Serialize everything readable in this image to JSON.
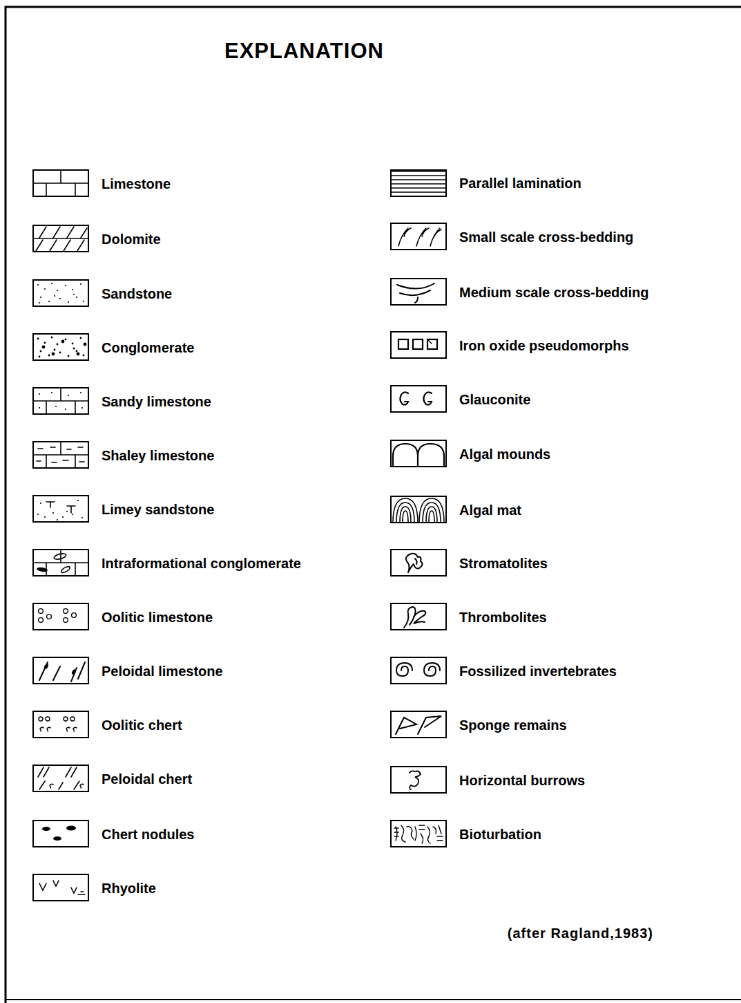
{
  "diagram": {
    "title": "EXPLANATION",
    "caption": "(after Ragland,1983)",
    "legend": [
      {
        "text": "Limestone"
      },
      {
        "text": "Dolomite"
      },
      {
        "text": "Sandstone"
      },
      {
        "text": "Conglomerate"
      },
      {
        "text": "Sandy limestone"
      },
      {
        "text": "Shaley limestone"
      },
      {
        "text": "Limey sandstone"
      },
      {
        "text": "Intraformational conglomerate"
      },
      {
        "text": "Oolitic limestone"
      },
      {
        "text": "Peloidal limestone"
      },
      {
        "text": "Oolitic chert"
      },
      {
        "text": "Peloidal chert"
      },
      {
        "text": "Chert nodules"
      },
      {
        "text": "Rhyolite"
      },
      {
        "text": "Parallel lamination"
      },
      {
        "text": "Small scale cross-bedding"
      },
      {
        "text": "Medium scale cross-bedding"
      },
      {
        "text": "Iron oxide pseudomorphs"
      },
      {
        "text": "Glauconite"
      },
      {
        "text": "Algal mounds"
      },
      {
        "text": "Algal mat"
      },
      {
        "text": "Stromatolites"
      },
      {
        "text": "Thrombolites"
      },
      {
        "text": "Fossilized invertebrates"
      },
      {
        "text": "Sponge remains"
      },
      {
        "text": "Horizontal burrows"
      },
      {
        "text": "Bioturbation"
      }
    ]
  }
}
